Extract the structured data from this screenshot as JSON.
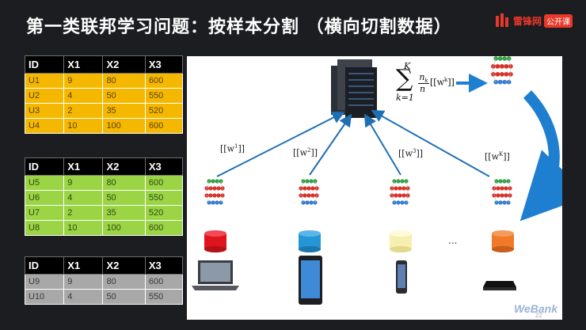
{
  "title": "第一类联邦学习问题：按样本分割 （横向切割数据）",
  "brand": {
    "name": "雷锋网",
    "tag": "公开课",
    "color": "#e8382a"
  },
  "tables": [
    {
      "header": [
        "ID",
        "X1",
        "X2",
        "X3"
      ],
      "color": "#f5b800",
      "rows": [
        [
          "U1",
          "9",
          "80",
          "600"
        ],
        [
          "U2",
          "4",
          "50",
          "550"
        ],
        [
          "U3",
          "2",
          "35",
          "520"
        ],
        [
          "U4",
          "10",
          "100",
          "600"
        ]
      ]
    },
    {
      "header": [
        "ID",
        "X1",
        "X2",
        "X3"
      ],
      "color": "#9bd445",
      "rows": [
        [
          "U5",
          "9",
          "80",
          "600"
        ],
        [
          "U6",
          "4",
          "50",
          "550"
        ],
        [
          "U7",
          "2",
          "35",
          "520"
        ],
        [
          "U8",
          "10",
          "100",
          "600"
        ]
      ]
    },
    {
      "header": [
        "ID",
        "X1",
        "X2",
        "X3"
      ],
      "color": "#a8a8a8",
      "rows": [
        [
          "U9",
          "9",
          "80",
          "600"
        ],
        [
          "U10",
          "4",
          "50",
          "550"
        ]
      ]
    }
  ],
  "diagram": {
    "formula": {
      "upper": "K",
      "lower": "k=1",
      "num": "n",
      "num_sub": "k",
      "den": "n",
      "term": "[[w",
      "term_sup": "k",
      "term_end": "]]"
    },
    "weights": [
      {
        "base": "[[w",
        "sup": "1",
        "end": "]]"
      },
      {
        "base": "[[w",
        "sup": "2",
        "end": "]]"
      },
      {
        "base": "[[w",
        "sup": "3",
        "end": "]]"
      },
      {
        "base": "[[w",
        "sup": "K",
        "end": "]]"
      }
    ],
    "ellipsis": "...",
    "databases": [
      "#e0141e",
      "#2496d6",
      "#f6efb0",
      "#f07a2a"
    ]
  },
  "watermark": "WeBank",
  "page_number": "22"
}
